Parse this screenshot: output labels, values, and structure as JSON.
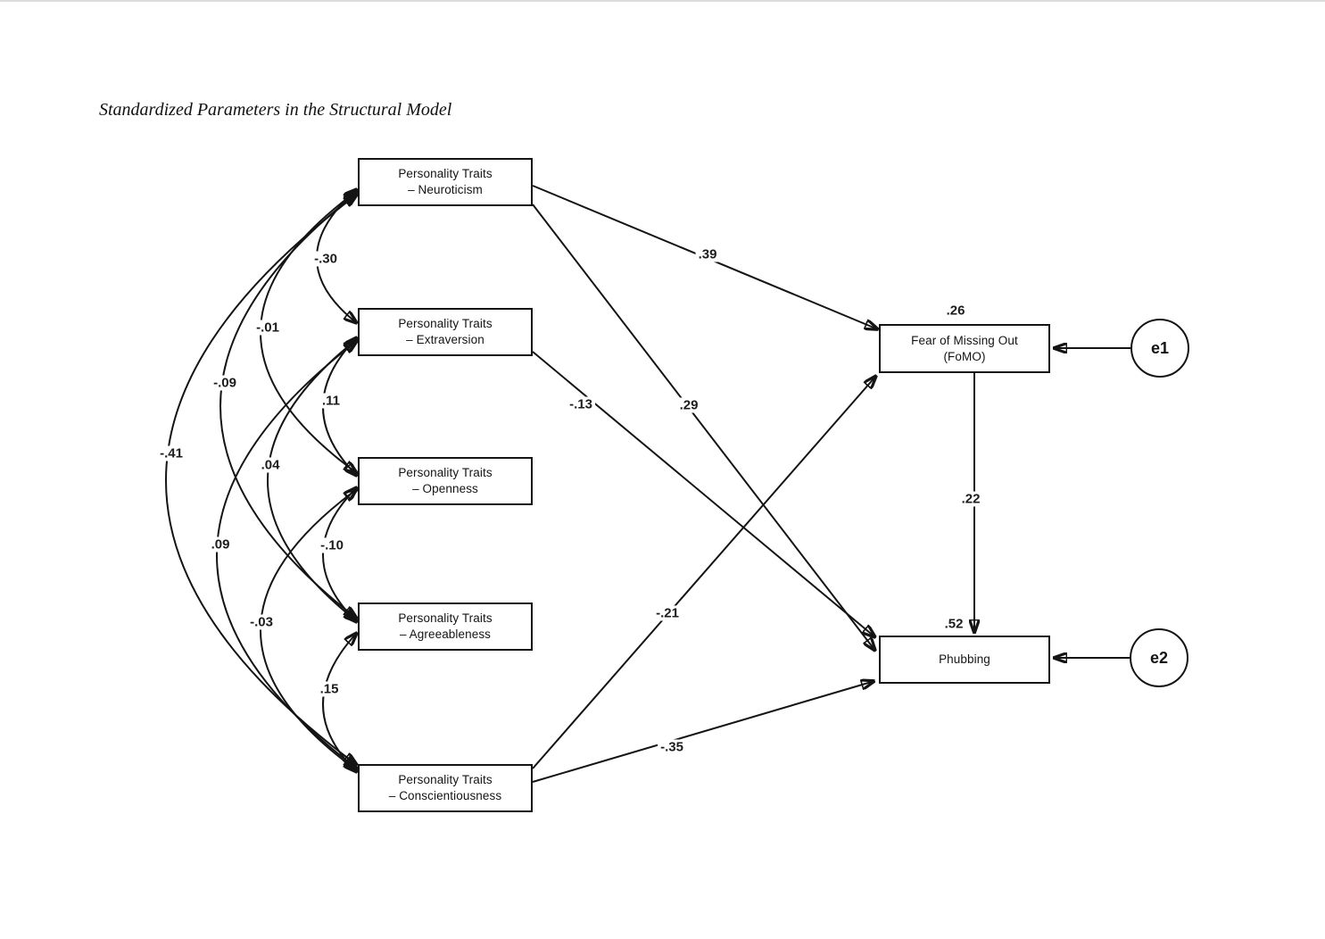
{
  "title": "Standardized Parameters in the Structural Model",
  "trait_boxes": [
    {
      "line1": "Personality Traits",
      "line2": "– Neuroticism"
    },
    {
      "line1": "Personality Traits",
      "line2": "– Extraversion"
    },
    {
      "line1": "Personality Traits",
      "line2": "– Openness"
    },
    {
      "line1": "Personality Traits",
      "line2": "– Agreeableness"
    },
    {
      "line1": "Personality Traits",
      "line2": "– Conscientiousness"
    }
  ],
  "outcome_boxes": [
    {
      "line1": "Fear of Missing Out",
      "line2": "(FoMO)",
      "r2": ".26"
    },
    {
      "line1": "Phubbing",
      "r2": ".52"
    }
  ],
  "error_terms": [
    {
      "label": "e1"
    },
    {
      "label": "e2"
    }
  ],
  "paths": [
    {
      "from": "Neuroticism",
      "to": "FoMO",
      "label": ".39"
    },
    {
      "from": "Neuroticism",
      "to": "Phubbing",
      "label": ".29"
    },
    {
      "from": "Extraversion",
      "to": "Phubbing",
      "label": "-.13"
    },
    {
      "from": "Conscientiousness",
      "to": "FoMO",
      "label": "-.21"
    },
    {
      "from": "Conscientiousness",
      "to": "Phubbing",
      "label": "-.35"
    },
    {
      "from": "FoMO",
      "to": "Phubbing",
      "label": ".22"
    }
  ],
  "covariances": [
    {
      "between": "Neuroticism-Extraversion",
      "label": "-.30"
    },
    {
      "between": "Neuroticism-Openness",
      "label": "-.01"
    },
    {
      "between": "Neuroticism-Agreeableness",
      "label": "-.09"
    },
    {
      "between": "Neuroticism-Conscientiousness",
      "label": "-.41"
    },
    {
      "between": "Extraversion-Openness",
      "label": ".11"
    },
    {
      "between": "Extraversion-Agreeableness",
      "label": ".04"
    },
    {
      "between": "Extraversion-Conscientiousness",
      "label": ".09"
    },
    {
      "between": "Openness-Agreeableness",
      "label": "-.10"
    },
    {
      "between": "Openness-Conscientiousness",
      "label": "-.03"
    },
    {
      "between": "Agreeableness-Conscientiousness",
      "label": ".15"
    }
  ],
  "colors": {
    "line": "#141414",
    "box_border": "#141414",
    "background": "#ffffff",
    "top_rule": "#dcdcdc"
  }
}
